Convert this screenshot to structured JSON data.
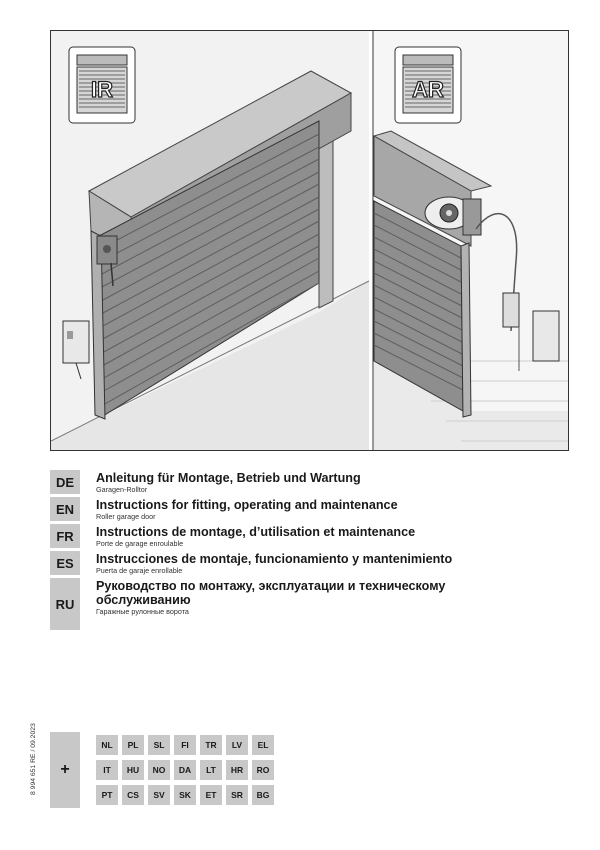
{
  "illustration": {
    "left_badge": "IR",
    "right_badge": "AR",
    "colors": {
      "frame": "#333333",
      "door": "#8e8e8e",
      "slat_line": "#5e5e5e",
      "wall": "#dcdcdc",
      "box": "#a9a9a9"
    }
  },
  "languages": [
    {
      "code": "DE",
      "title": "Anleitung für Montage, Betrieb und Wartung",
      "subtitle": "Garagen-Rolltor"
    },
    {
      "code": "EN",
      "title": "Instructions for fitting, operating and maintenance",
      "subtitle": "Roller garage door"
    },
    {
      "code": "FR",
      "title": "Instructions de montage, d’utilisation et maintenance",
      "subtitle": "Porte de garage enroulable"
    },
    {
      "code": "ES",
      "title": "Instrucciones de montaje, funcionamiento y mantenimiento",
      "subtitle": "Puerta de garaje enrollable"
    },
    {
      "code": "RU",
      "title": "Руководство по монтажу, эксплуатации и техническому обслуживанию",
      "subtitle": "Гаражные рулонные ворота"
    }
  ],
  "document_number": "8 994 651  RE / 09.2023",
  "more_languages": {
    "symbol": "+",
    "codes": [
      "NL",
      "PL",
      "SL",
      "FI",
      "TR",
      "LV",
      "EL",
      "IT",
      "HU",
      "NO",
      "DA",
      "LT",
      "HR",
      "RO",
      "PT",
      "CS",
      "SV",
      "SK",
      "ET",
      "SR",
      "BG"
    ]
  }
}
